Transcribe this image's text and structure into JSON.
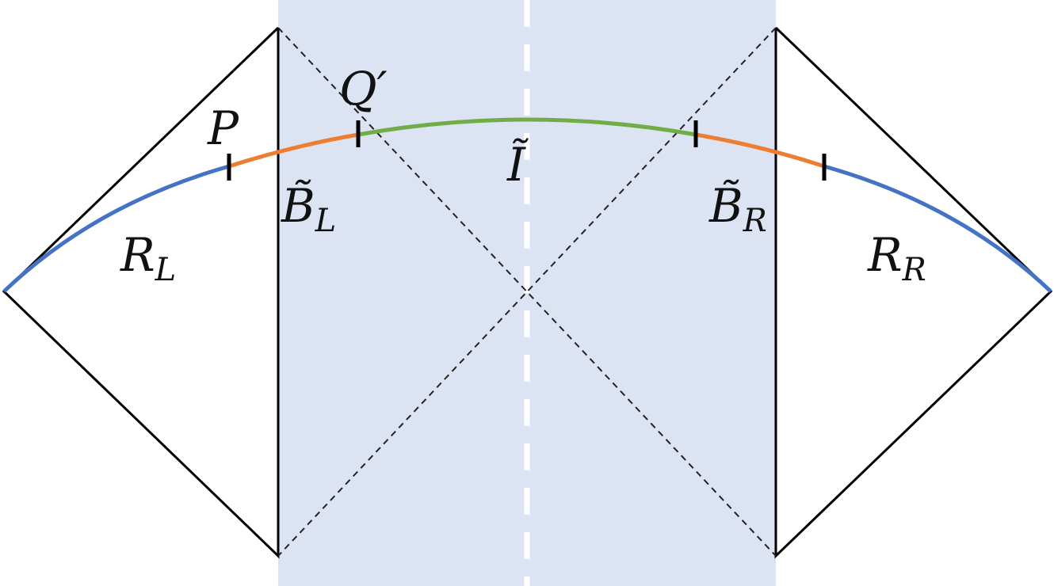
{
  "colors": {
    "shade": "#dce3f3",
    "boundary": "#000000",
    "blue": "#4472c4",
    "orange": "#ed7d31",
    "green": "#70ad47",
    "dashed_axis": "#ffffff"
  },
  "labels": {
    "P": "P",
    "Q": "Q′",
    "I_tilde": "Ĩ",
    "B_L": {
      "base": "B̃",
      "sub": "L"
    },
    "B_R": {
      "base": "B̃",
      "sub": "R"
    },
    "R_L": {
      "base": "R",
      "sub": "L"
    },
    "R_R": {
      "base": "R",
      "sub": "R"
    }
  }
}
